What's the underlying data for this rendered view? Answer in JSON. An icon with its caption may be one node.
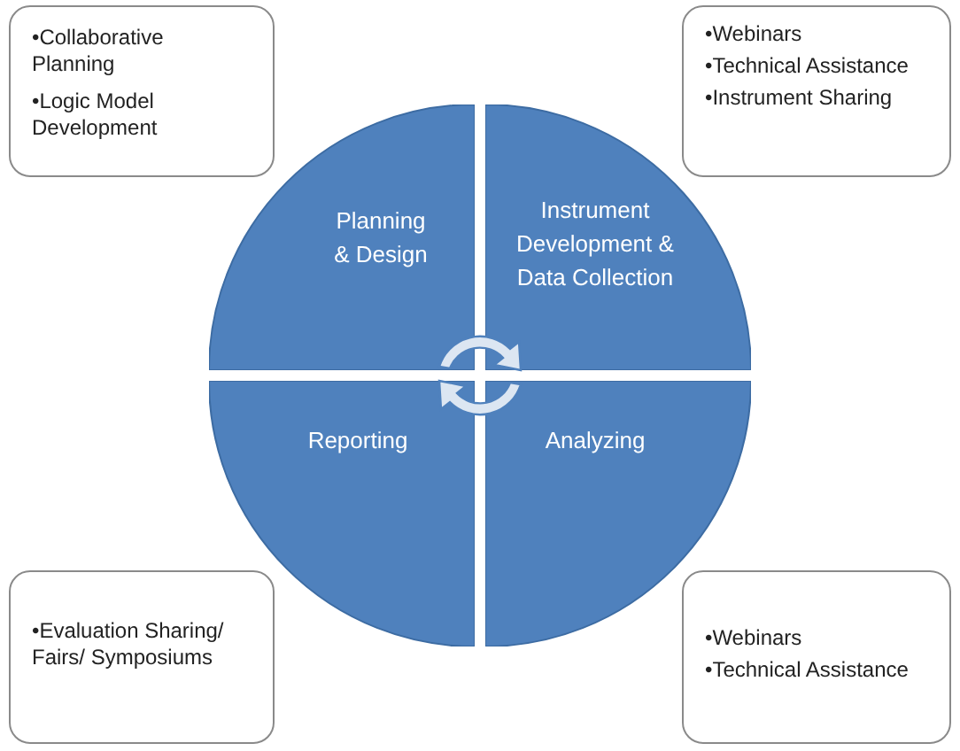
{
  "diagram": {
    "nodes": [
      {
        "text": [
          "•Collaborative Planning",
          "•Logic Model Development"
        ]
      },
      {
        "text": [
          "•Webinars",
          "•Technical Assistance",
          "•Instrument Sharing"
        ]
      },
      {
        "text": [
          "Planning & Design"
        ]
      },
      {
        "text": [
          "Instrument Development & Data Collection"
        ]
      },
      {
        "text": [
          "Reporting"
        ]
      },
      {
        "text": [
          "Analyzing"
        ]
      },
      {
        "text": [
          "•Evaluation Sharing/ Fairs/ Symposiums"
        ]
      },
      {
        "text": [
          "•Webinars",
          "•Technical Assistance"
        ]
      }
    ]
  }
}
